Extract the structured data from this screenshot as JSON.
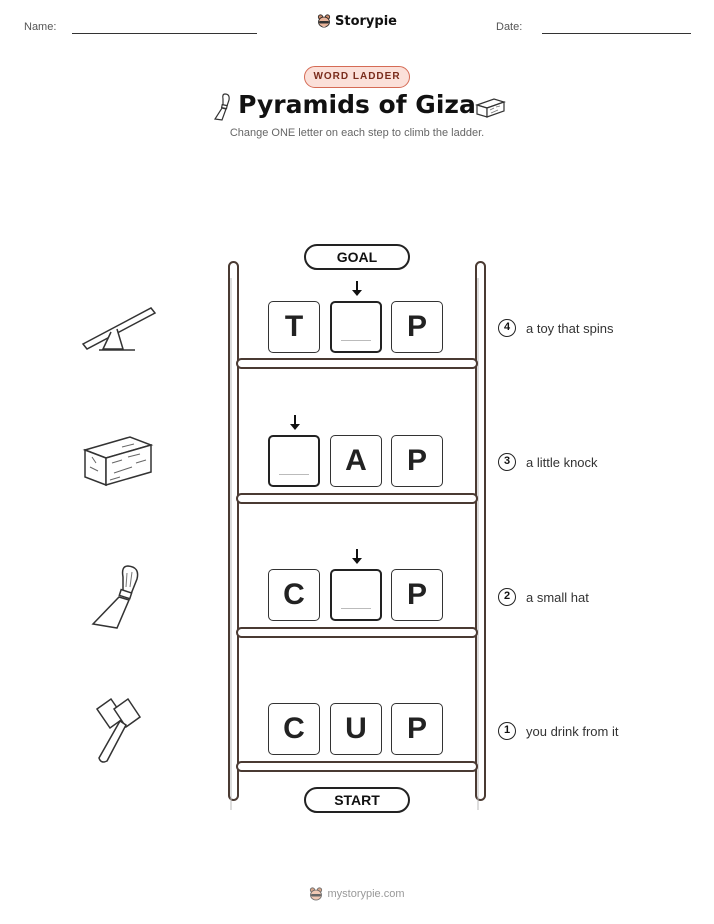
{
  "header": {
    "name_label": "Name:",
    "date_label": "Date:",
    "brand": "Storypie"
  },
  "badge": "WORD LADDER",
  "title": "Pyramids of Giza",
  "subtitle": "Change ONE letter on each step to climb the ladder.",
  "goal_label": "GOAL",
  "start_label": "START",
  "rungs": [
    {
      "number": "4",
      "clue": "a toy that spins",
      "letters": [
        "T",
        "",
        "P"
      ],
      "icon": "seesaw-icon"
    },
    {
      "number": "3",
      "clue": "a little knock",
      "letters": [
        "",
        "A",
        "P"
      ],
      "icon": "stone-block-icon"
    },
    {
      "number": "2",
      "clue": "a small hat",
      "letters": [
        "C",
        "",
        "P"
      ],
      "icon": "chisel-icon"
    },
    {
      "number": "1",
      "clue": "you drink from it",
      "letters": [
        "C",
        "U",
        "P"
      ],
      "icon": "mallet-icon"
    }
  ],
  "footer": "mystorypie.com"
}
